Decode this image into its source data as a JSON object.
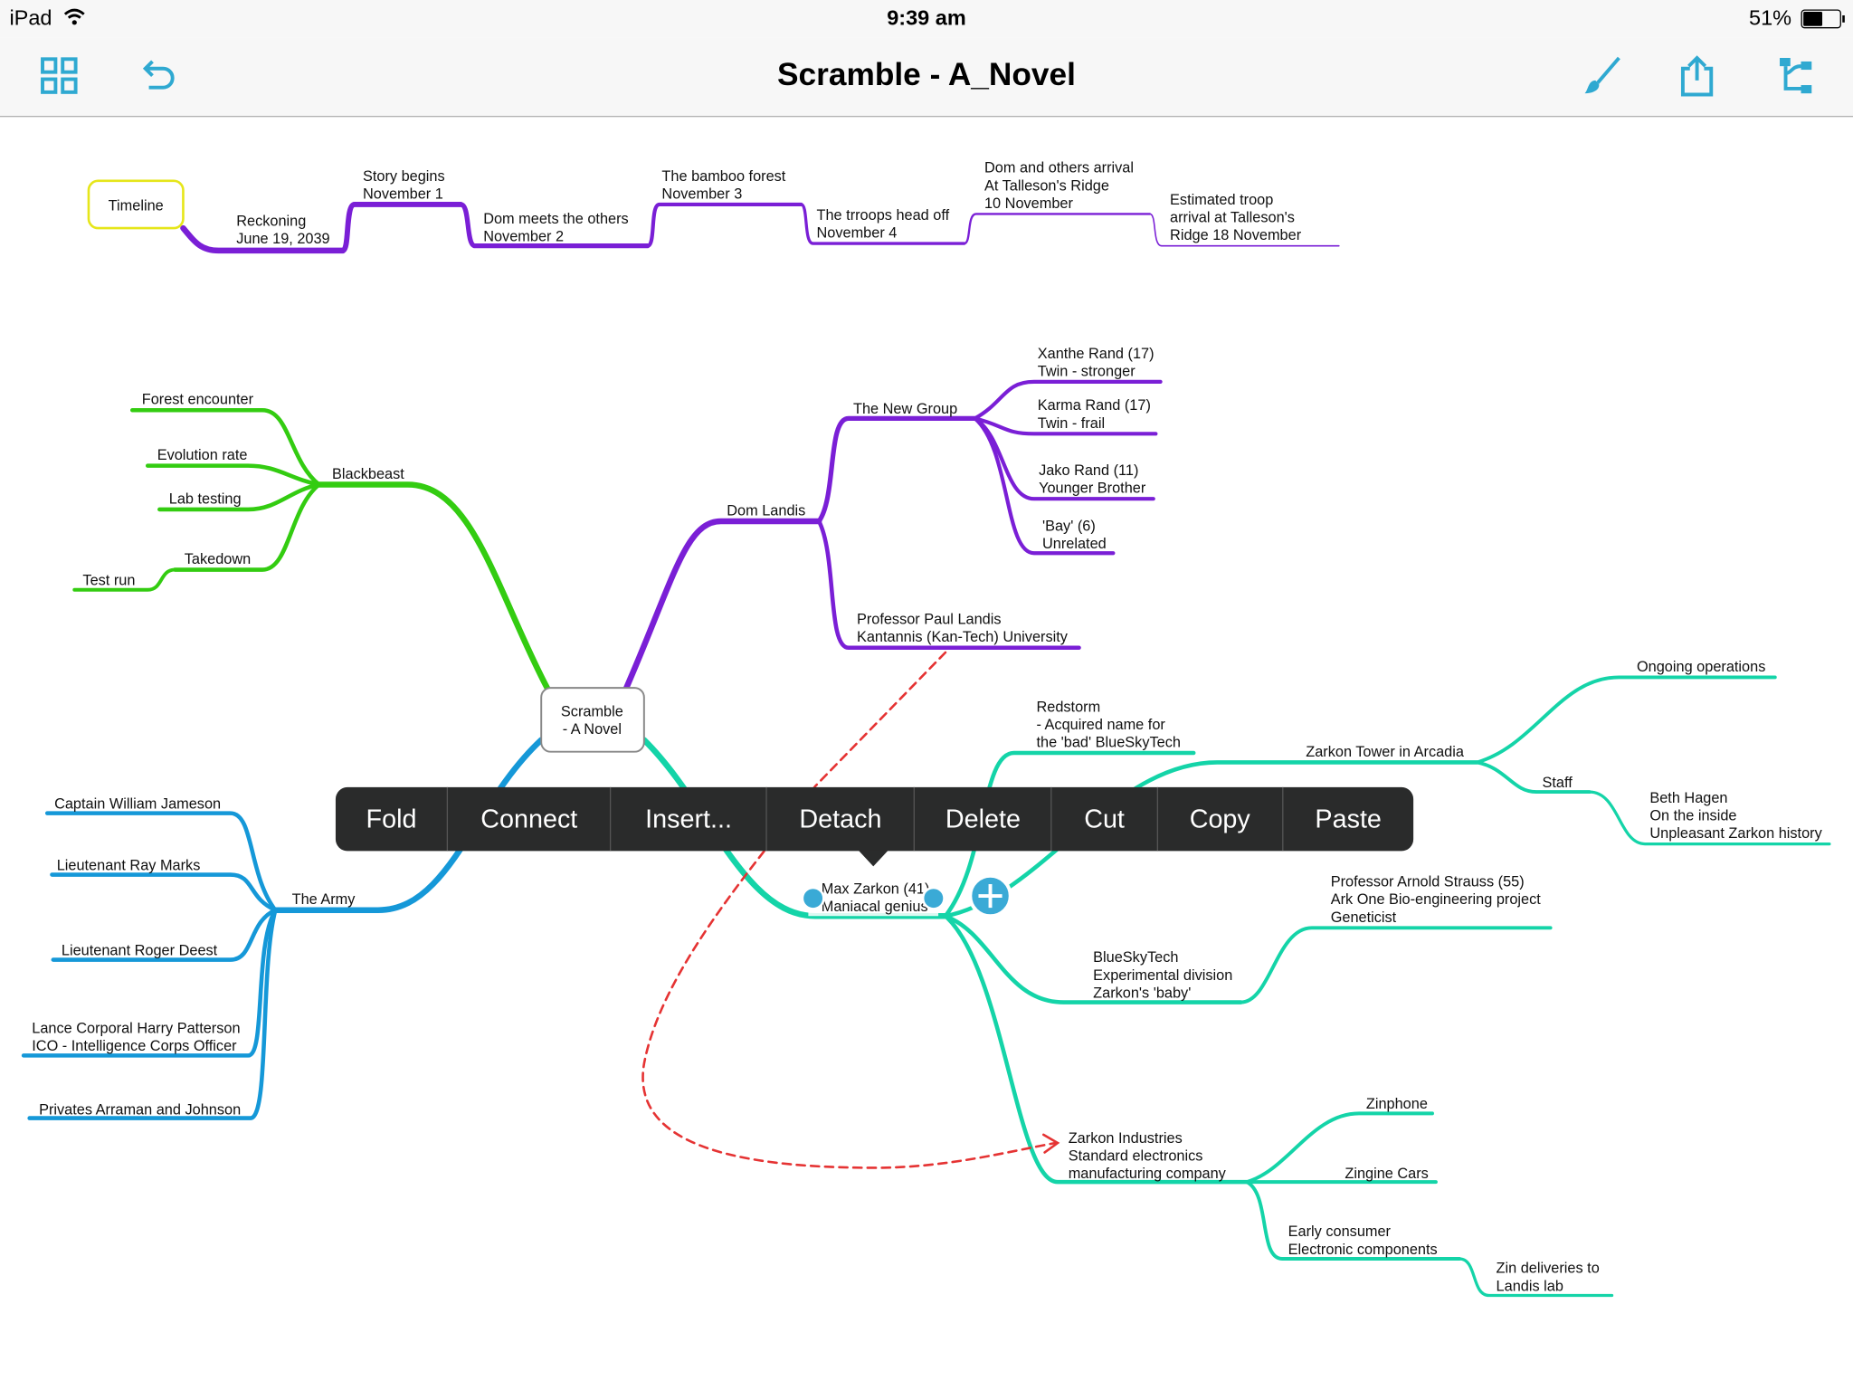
{
  "status_bar": {
    "device": "iPad",
    "time": "9:39 am",
    "battery": "51%",
    "battery_level": 0.51
  },
  "nav": {
    "title": "Scramble - A_Novel"
  },
  "colors": {
    "accent": "#2fa9d1",
    "timeline": "#7a1fd6",
    "blackbeast": "#33cc11",
    "dom": "#7a1fd6",
    "army": "#1598d8",
    "zarkon": "#14d4a8",
    "connection": "#e53333",
    "timeline_box": "#e6e61a"
  },
  "map": {
    "timeline": {
      "label": "Timeline"
    },
    "timeline_items": [
      {
        "lines": [
          "Reckoning",
          "June 19, 2039"
        ]
      },
      {
        "lines": [
          "Story begins",
          "November 1"
        ]
      },
      {
        "lines": [
          "Dom meets the others",
          "November 2"
        ]
      },
      {
        "lines": [
          "The bamboo forest",
          "November 3"
        ]
      },
      {
        "lines": [
          "The trroops head off",
          "November 4"
        ]
      },
      {
        "lines": [
          "Dom and others arrival",
          "At Talleson's Ridge",
          "10 November"
        ]
      },
      {
        "lines": [
          "Estimated troop",
          "arrival at Talleson's",
          "Ridge 18 November"
        ]
      }
    ],
    "central": {
      "lines": [
        "Scramble",
        "- A Novel"
      ]
    },
    "blackbeast": {
      "label": "Blackbeast",
      "children": [
        "Forest encounter",
        "Evolution rate",
        "Lab testing",
        "Takedown",
        "Test run"
      ]
    },
    "dom": {
      "label": "Dom Landis",
      "new_group": "The New Group",
      "members": [
        {
          "lines": [
            "Xanthe Rand (17)",
            "Twin - stronger"
          ]
        },
        {
          "lines": [
            "Karma Rand (17)",
            "Twin - frail"
          ]
        },
        {
          "lines": [
            "Jako Rand (11)",
            "Younger Brother"
          ]
        },
        {
          "lines": [
            "'Bay' (6)",
            "Unrelated"
          ]
        }
      ],
      "professor": {
        "lines": [
          "Professor Paul Landis",
          "Kantannis (Kan-Tech) University"
        ]
      }
    },
    "army": {
      "label": "The Army",
      "children": [
        {
          "lines": [
            "Captain William Jameson"
          ]
        },
        {
          "lines": [
            "Lieutenant Ray Marks"
          ]
        },
        {
          "lines": [
            "Lieutenant Roger Deest"
          ]
        },
        {
          "lines": [
            "Lance Corporal Harry Patterson",
            "ICO - Intelligence Corps Officer"
          ]
        },
        {
          "lines": [
            "Privates Arraman and Johnson"
          ]
        }
      ]
    },
    "zarkon": {
      "lines": [
        "Max Zarkon (41)",
        "Maniacal genius"
      ],
      "redstorm": {
        "lines": [
          "Redstorm",
          "- Acquired name for",
          "the 'bad' BlueSkyTech"
        ]
      },
      "tower": "Zarkon Tower in Arcadia",
      "ongoing": "Ongoing operations",
      "staff": "Staff",
      "beth": {
        "lines": [
          "Beth Hagen",
          "On the inside",
          "Unpleasant Zarkon history"
        ]
      },
      "bluesky": {
        "lines": [
          "BlueSkyTech",
          "Experimental division",
          "Zarkon's 'baby'"
        ]
      },
      "arnold": {
        "lines": [
          "Professor Arnold Strauss (55)",
          "Ark One Bio-engineering project",
          "Geneticist"
        ]
      },
      "industries": {
        "lines": [
          "Zarkon Industries",
          "Standard electronics",
          "manufacturing company"
        ]
      },
      "zinphone": "Zinphone",
      "zingine": "Zingine Cars",
      "early": {
        "lines": [
          "Early consumer",
          "Electronic components"
        ]
      },
      "deliveries": {
        "lines": [
          "Zin deliveries to",
          "Landis lab"
        ]
      }
    }
  },
  "context_menu": {
    "items": [
      "Fold",
      "Connect",
      "Insert...",
      "Detach",
      "Delete",
      "Cut",
      "Copy",
      "Paste"
    ]
  }
}
